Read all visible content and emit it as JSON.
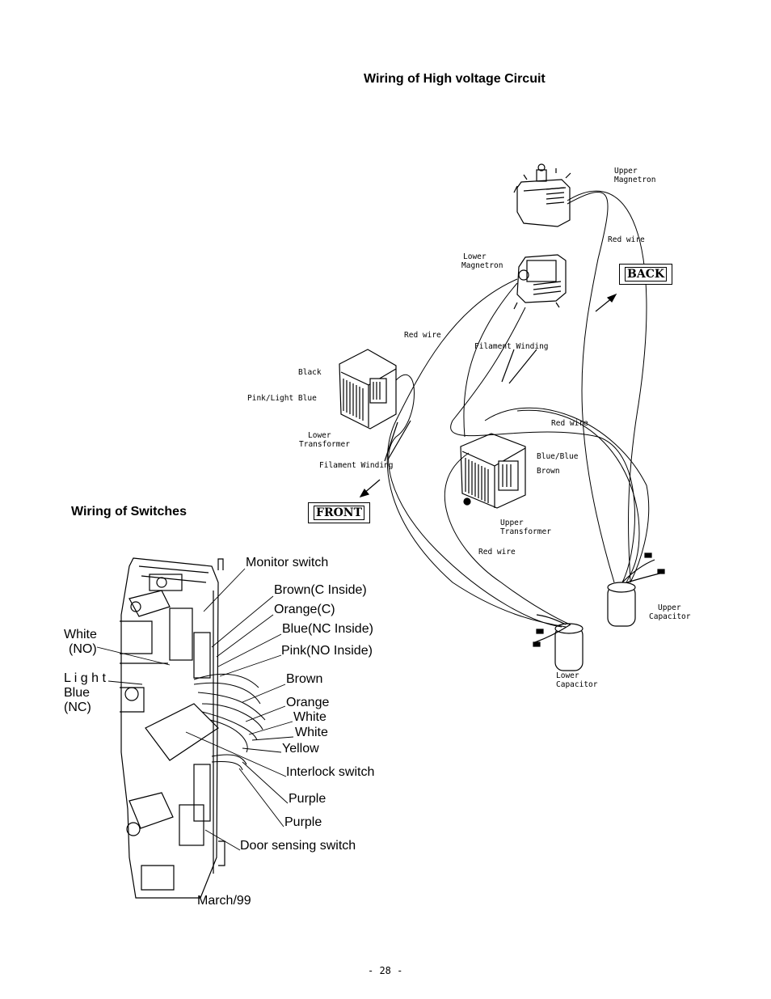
{
  "titles": {
    "high_voltage": "Wiring of High voltage Circuit",
    "switches": "Wiring of Switches"
  },
  "hv_labels": {
    "upper_magnetron": [
      "Upper",
      "Magnetron"
    ],
    "lower_magnetron": [
      "Lower",
      "Magnetron"
    ],
    "red_wire_1": "Red wire",
    "red_wire_2": "Red wire",
    "red_wire_3": "Red wire",
    "red_wire_4": "Red wire",
    "filament_winding_1": "Filament Winding",
    "filament_winding_2": "Filament Winding",
    "black": "Black",
    "pink_light_blue": "Pink/Light Blue",
    "lower_transformer": [
      "Lower",
      "Transformer"
    ],
    "upper_transformer": [
      "Upper",
      "Transformer"
    ],
    "blue_blue": "Blue/Blue",
    "brown": "Brown",
    "upper_capacitor": [
      "Upper",
      "Capacitor"
    ],
    "lower_capacitor": [
      "Lower",
      "Capacitor"
    ],
    "back": "BACK",
    "front": "FRONT"
  },
  "switch_labels": {
    "monitor_switch": "Monitor switch",
    "brown_c_inside": "Brown(C Inside)",
    "orange_c": "Orange(C)",
    "blue_nc_inside": "Blue(NC Inside)",
    "pink_no_inside": "Pink(NO Inside)",
    "brown": "Brown",
    "orange": "Orange",
    "white_1": "White",
    "white_2": "White",
    "yellow": "Yellow",
    "interlock_switch": "Interlock switch",
    "purple_1": "Purple",
    "purple_2": "Purple",
    "door_sensing_switch": "Door sensing switch",
    "white_no": [
      "White",
      "(NO)"
    ],
    "light_blue_nc": [
      "L i g h t",
      "Blue",
      "(NC)"
    ]
  },
  "footer": {
    "date": "March/99",
    "page": "- 28 -"
  }
}
